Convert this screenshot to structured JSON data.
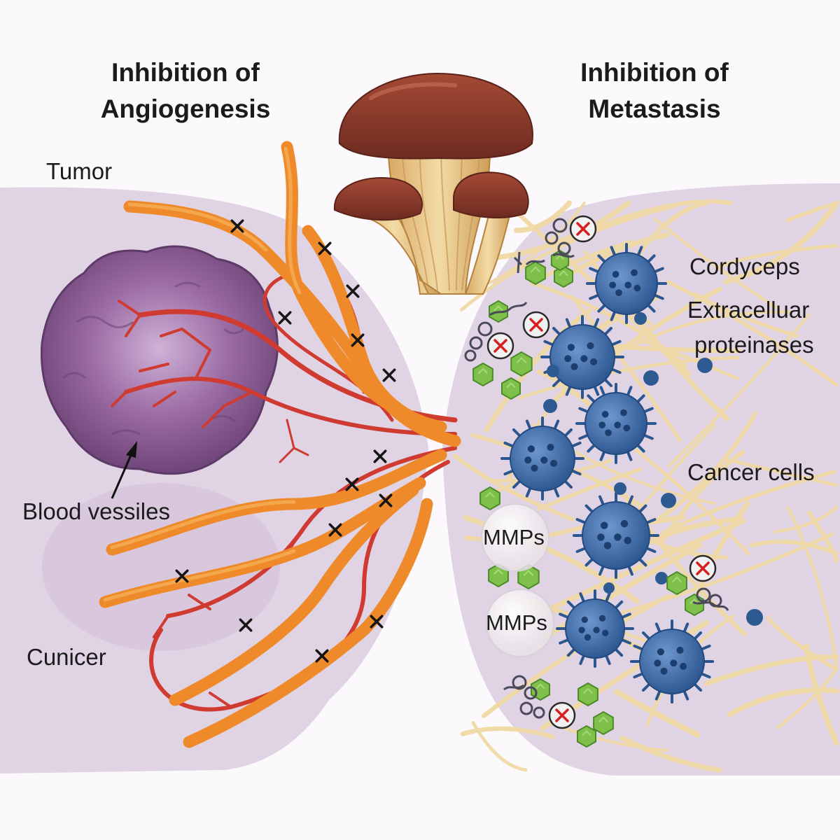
{
  "panels": {
    "left": {
      "title_line1": "Inhibition of",
      "title_line2": "Angiogenesis"
    },
    "right": {
      "title_line1": "Inhibition of",
      "title_line2": "Metastasis"
    }
  },
  "labels": {
    "tumor": "Tumor",
    "blood_vessels": "Blood vessiles",
    "cancer_left": "Cunicer",
    "cordyceps": "Cordyceps",
    "extracellular_line1": "Extracelluar",
    "extracellular_line2": "proteinases",
    "cancer_cells": "Cancer cells",
    "mmps_1": "MMPs",
    "mmps_2": "MMPs"
  },
  "colors": {
    "background": "#fbf9fb",
    "tissue": "#e0d3e3",
    "tumor": "#8a5b93",
    "blood_vessel": "#cf3b30",
    "drug_tube": "#ee8a2a",
    "mushroom_cap": "#8a3b2c",
    "mushroom_stem": "#e7c487",
    "ecm_fiber": "#f0d9a4",
    "cancer_cell": "#3b6aa6",
    "mmp": "#7ec04a",
    "inhibition_mark": "#d62020"
  },
  "icons": [
    "mushroom-icon",
    "tumor-icon",
    "cancer-cell-icon",
    "mmp-icon",
    "inhibition-x-icon",
    "arrow-icon"
  ]
}
